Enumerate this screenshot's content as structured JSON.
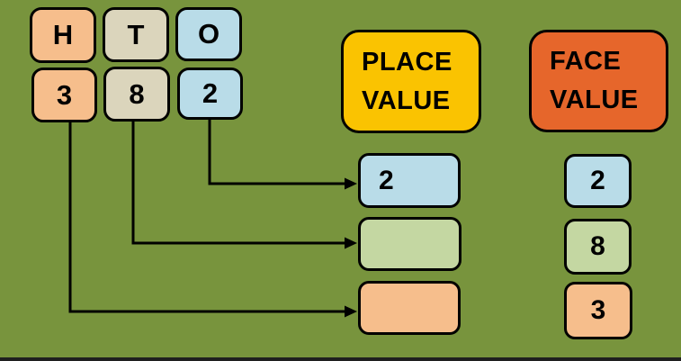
{
  "background": "#78943D",
  "arrow_color": "#000000",
  "border_color": "#000000",
  "colors": {
    "peach": "#F6BE8C",
    "tan": "#DBD5BC",
    "blue": "#B9DCE8",
    "green": "#C4D7A2",
    "yellow": "#FAC301",
    "red_orange": "#E6662B"
  },
  "hto": {
    "headers": [
      {
        "label": "H",
        "fill": "#F6BE8C"
      },
      {
        "label": "T",
        "fill": "#DBD5BC"
      },
      {
        "label": "O",
        "fill": "#B9DCE8"
      }
    ],
    "digits": [
      {
        "label": "3",
        "fill": "#F6BE8C"
      },
      {
        "label": "8",
        "fill": "#DBD5BC"
      },
      {
        "label": "2",
        "fill": "#B9DCE8"
      }
    ]
  },
  "place_value": {
    "heading": {
      "line1": "PLACE",
      "line2": "VALUE",
      "fill": "#FAC301"
    },
    "boxes": [
      {
        "value": "2",
        "fill": "#B9DCE8"
      },
      {
        "value": "",
        "fill": "#C4D7A2"
      },
      {
        "value": "",
        "fill": "#F6BE8C"
      }
    ]
  },
  "face_value": {
    "heading": {
      "line1": "FACE",
      "line2": "VALUE",
      "fill": "#E6662B"
    },
    "boxes": [
      {
        "value": "2",
        "fill": "#B9DCE8"
      },
      {
        "value": "8",
        "fill": "#C4D7A2"
      },
      {
        "value": "3",
        "fill": "#F6BE8C"
      }
    ]
  }
}
